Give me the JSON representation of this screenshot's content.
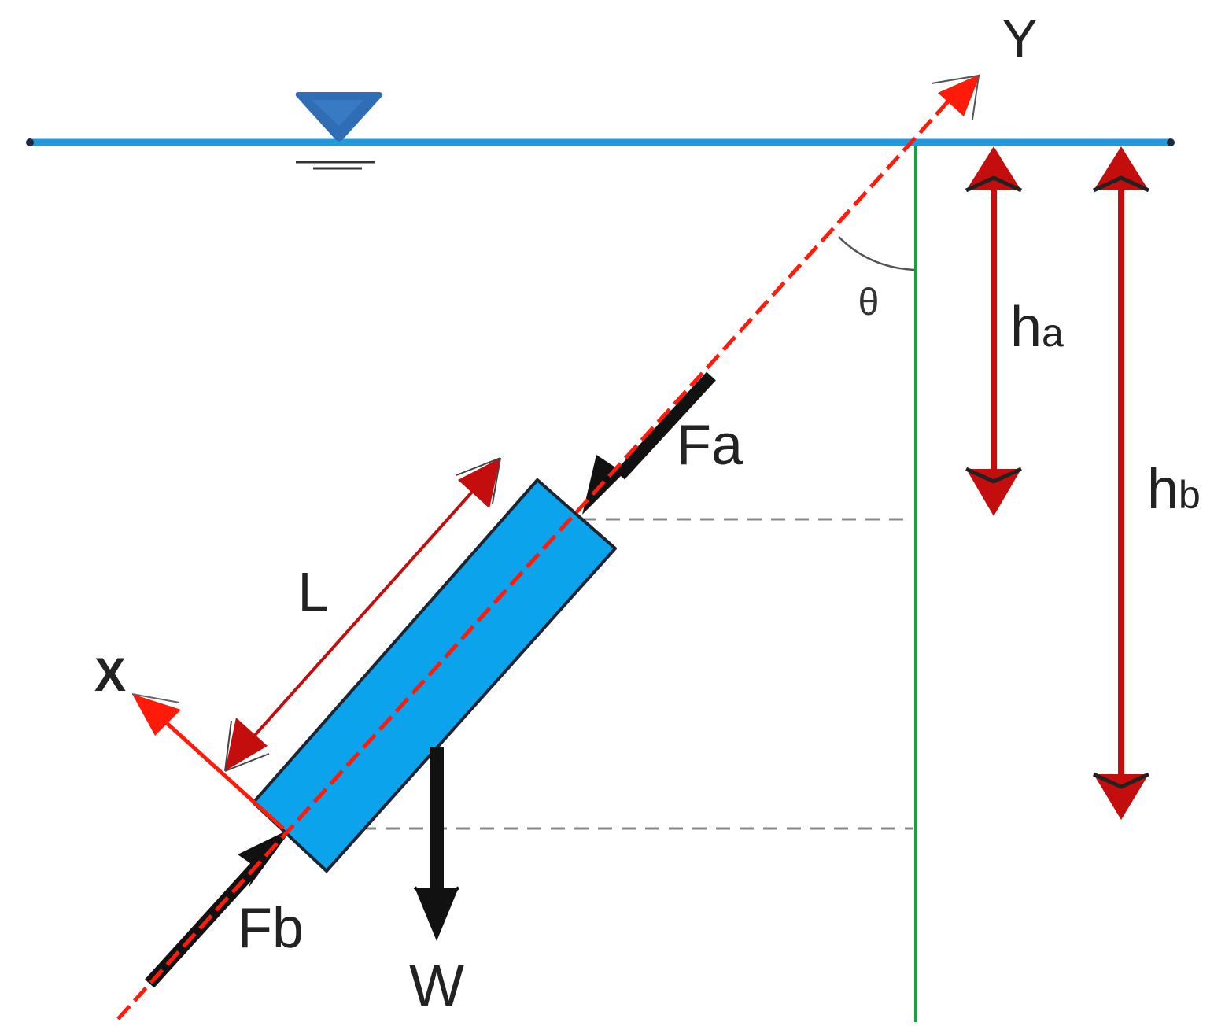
{
  "labels": {
    "y_axis": "Y",
    "x_axis": "X",
    "force_a": "Fa",
    "force_b": "Fb",
    "weight": "W",
    "length": "L",
    "angle": "θ",
    "depth_a_main": "h",
    "depth_a_sub": "a",
    "depth_b_main": "h",
    "depth_b_sub": "b"
  },
  "colors": {
    "water_surface": "#1e9ae0",
    "water_symbol": "#2f6db5",
    "body": "#0aa3ec",
    "axis_red": "#ff1a0a",
    "dimension_red": "#c40d0d",
    "vertical_reference": "#18a13a",
    "force_black": "#111111"
  },
  "icons": {
    "free_surface_symbol": "inverted-triangle-icon"
  }
}
